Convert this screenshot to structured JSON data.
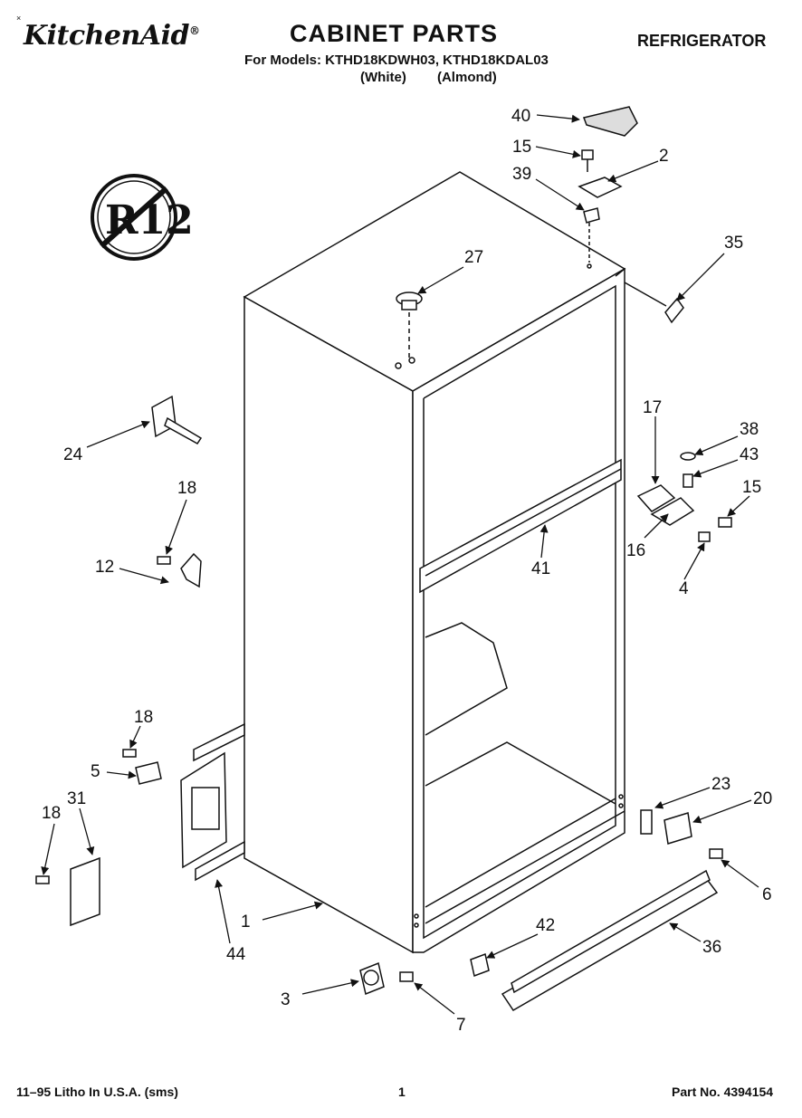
{
  "header": {
    "brand": "KitchenAid",
    "brand_mark": "®",
    "title": "CABINET PARTS",
    "models": "For Models: KTHD18KDWH03, KTHD18KDAL03",
    "variants": "(White) (Almond)",
    "appliance": "REFRIGERATOR"
  },
  "badge": {
    "text": "R12",
    "icon": "no-r12-icon"
  },
  "callouts": [
    {
      "id": "40",
      "label": "40"
    },
    {
      "id": "15a",
      "label": "15"
    },
    {
      "id": "2",
      "label": "2"
    },
    {
      "id": "39",
      "label": "39"
    },
    {
      "id": "35",
      "label": "35"
    },
    {
      "id": "27",
      "label": "27"
    },
    {
      "id": "24",
      "label": "24"
    },
    {
      "id": "18a",
      "label": "18"
    },
    {
      "id": "12",
      "label": "12"
    },
    {
      "id": "17",
      "label": "17"
    },
    {
      "id": "38",
      "label": "38"
    },
    {
      "id": "43",
      "label": "43"
    },
    {
      "id": "15b",
      "label": "15"
    },
    {
      "id": "16",
      "label": "16"
    },
    {
      "id": "41",
      "label": "41"
    },
    {
      "id": "4",
      "label": "4"
    },
    {
      "id": "18b",
      "label": "18"
    },
    {
      "id": "5",
      "label": "5"
    },
    {
      "id": "18c",
      "label": "18"
    },
    {
      "id": "31",
      "label": "31"
    },
    {
      "id": "23",
      "label": "23"
    },
    {
      "id": "20",
      "label": "20"
    },
    {
      "id": "6",
      "label": "6"
    },
    {
      "id": "42",
      "label": "42"
    },
    {
      "id": "36",
      "label": "36"
    },
    {
      "id": "1",
      "label": "1"
    },
    {
      "id": "44",
      "label": "44"
    },
    {
      "id": "3",
      "label": "3"
    },
    {
      "id": "7",
      "label": "7"
    }
  ],
  "footer": {
    "left": "11–95 Litho In U.S.A. (sms)",
    "center": "1",
    "right": "Part No. 4394154"
  }
}
